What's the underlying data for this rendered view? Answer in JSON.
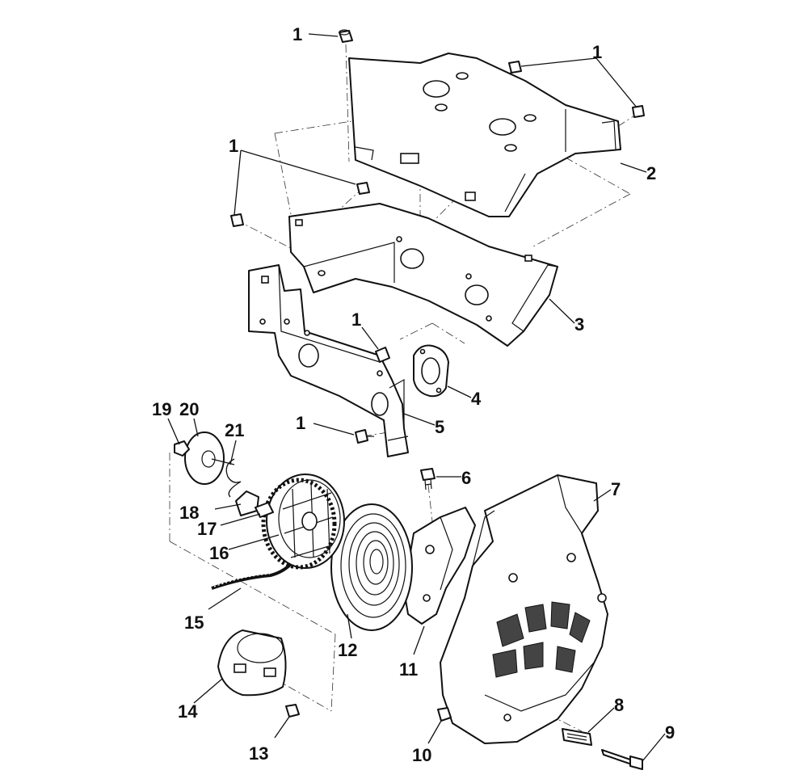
{
  "diagram": {
    "kind": "exploded-parts-view",
    "callouts": [
      {
        "id": "c1a",
        "label": "1"
      },
      {
        "id": "c1b",
        "label": "1"
      },
      {
        "id": "c1c",
        "label": "1"
      },
      {
        "id": "c1d",
        "label": "1"
      },
      {
        "id": "c1e",
        "label": "1"
      },
      {
        "id": "c2",
        "label": "2"
      },
      {
        "id": "c3",
        "label": "3"
      },
      {
        "id": "c4",
        "label": "4"
      },
      {
        "id": "c5",
        "label": "5"
      },
      {
        "id": "c6",
        "label": "6"
      },
      {
        "id": "c7",
        "label": "7"
      },
      {
        "id": "c8",
        "label": "8"
      },
      {
        "id": "c9",
        "label": "9"
      },
      {
        "id": "c10",
        "label": "10"
      },
      {
        "id": "c11",
        "label": "11"
      },
      {
        "id": "c12",
        "label": "12"
      },
      {
        "id": "c13",
        "label": "13"
      },
      {
        "id": "c14",
        "label": "14"
      },
      {
        "id": "c15",
        "label": "15"
      },
      {
        "id": "c16",
        "label": "16"
      },
      {
        "id": "c17",
        "label": "17"
      },
      {
        "id": "c18",
        "label": "18"
      },
      {
        "id": "c19",
        "label": "19"
      },
      {
        "id": "c20",
        "label": "20"
      },
      {
        "id": "c21",
        "label": "21"
      }
    ]
  },
  "colors": {
    "ink": "#111111",
    "paper": "#ffffff"
  }
}
